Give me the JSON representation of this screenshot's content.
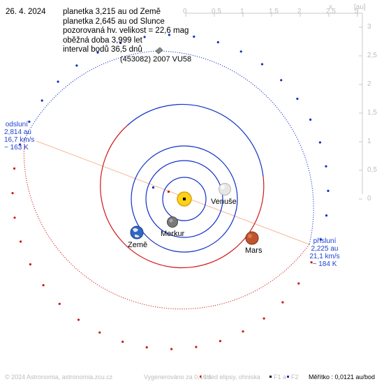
{
  "date": "26. 4. 2024",
  "info_lines": [
    "planetka 3,215 au od Země",
    "planetka 2,645 au od Slunce",
    "pozorovaná hv. velikost = 22,6 mag",
    "oběžná doba 3,999 let",
    "interval bodů 36,5 dnů"
  ],
  "asteroid_name": "(453082) 2007 VU58",
  "aphelion": {
    "title": "odsluní",
    "lines": [
      "2,814 au",
      "16,7 km/s",
      "~ 163 K"
    ]
  },
  "perihelion": {
    "title": "přísluní",
    "lines": [
      "2,225 au",
      "21,1 km/s",
      "~ 184 K"
    ]
  },
  "planets": {
    "venus": "Venuše",
    "earth": "Země",
    "mercury": "Merkur",
    "mars": "Mars"
  },
  "scale": {
    "x_axis_label": "x",
    "y_axis_label": "[au]",
    "x_ticks": [
      "0",
      "0,5",
      "1",
      "1,5",
      "2",
      "2,5",
      "3"
    ],
    "y_ticks": [
      "3",
      "2,5",
      "2",
      "1,5",
      "1",
      "0,5",
      "0"
    ]
  },
  "footer": {
    "copyright": "© 2024 Astronomia, astronomia.zcu.cz",
    "generated": "Vygenerováno za 0,10 s",
    "legend_center": "střed elipsy, ohniska",
    "legend_f1": "F1 a",
    "legend_f2": "F2",
    "scale_text": "Měřítko : 0,0121 au/bod"
  },
  "colors": {
    "orbit_blue": "#1030c8",
    "orbit_red": "#d01818",
    "apsis_line": "#f5b89a",
    "text_blue": "#1f3fcf",
    "axis_grey": "#c8c8c8"
  }
}
